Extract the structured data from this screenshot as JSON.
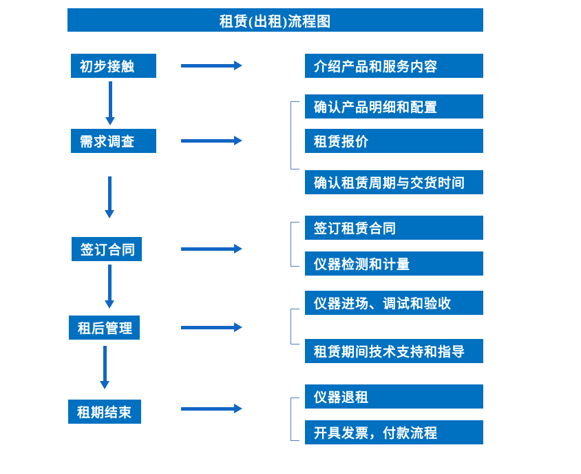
{
  "title": "租赁(出租)流程图",
  "colors": {
    "box_fill": "#0070C0",
    "arrow": "#1166C4",
    "bracket": "#4d7ebf",
    "text": "#ffffff",
    "background": "#ffffff"
  },
  "steps": [
    {
      "label": "初步接触",
      "details": [
        "介绍产品和服务内容"
      ]
    },
    {
      "label": "需求调查",
      "details": [
        "确认产品明细和配置",
        "租赁报价",
        "确认租赁周期与交货时间"
      ]
    },
    {
      "label": "签订合同",
      "details": [
        "签订租赁合同",
        "仪器检测和计量"
      ]
    },
    {
      "label": "租后管理",
      "details": [
        "仪器进场、调试和验收",
        "租赁期间技术支持和指导"
      ]
    },
    {
      "label": "租期结束",
      "details": [
        "仪器退租",
        "开具发票，付款流程"
      ]
    }
  ]
}
